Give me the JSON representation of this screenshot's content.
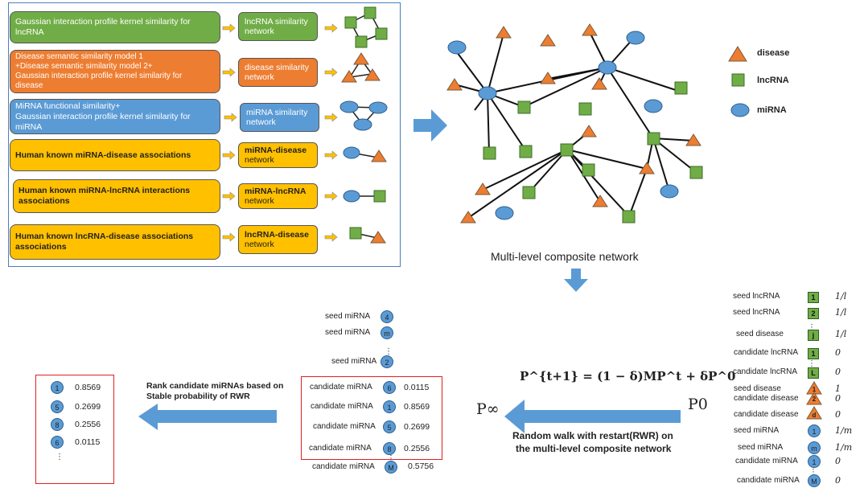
{
  "left_panel": {
    "rows": [
      {
        "source": [
          "Gaussian interaction profile kernel similarity for lncRNA"
        ],
        "target": [
          "lncRNA similarity",
          "network"
        ],
        "color": "#70ad47"
      },
      {
        "source": [
          "Disease semantic similarity model 1",
          "+Disease semantic similarity model 2+",
          "Gaussian interaction profile kernel similarity for",
          "disease"
        ],
        "target": [
          "disease similarity",
          "network"
        ],
        "color": "#ed7d31"
      },
      {
        "source": [
          "MiRNA functional similarity+",
          "Gaussian interaction profile kernel similarity for",
          "miRNA"
        ],
        "target": [
          "miRNA similarity",
          "network"
        ],
        "color": "#5b9bd5"
      },
      {
        "source": [
          "Human known miRNA-disease associations"
        ],
        "target": [
          "miRNA-disease",
          "network"
        ],
        "color": "#ffc000"
      },
      {
        "source": [
          "Human known miRNA-lncRNA interactions",
          "associations"
        ],
        "target": [
          "miRNA-lncRNA",
          "network"
        ],
        "color": "#ffc000"
      },
      {
        "source": [
          "Human known lncRNA-disease associations",
          "associations"
        ],
        "target": [
          "lncRNA-disease",
          "network"
        ],
        "color": "#ffc000"
      }
    ]
  },
  "legend": {
    "disease": "disease",
    "lncrna": "lncRNA",
    "mirna": "miRNA"
  },
  "network_caption": "Multi-level composite network",
  "formula": "P^{t+1} = (1 − δ)MP^t + δP^0",
  "p_infinity": "P∞",
  "p_zero": "P0",
  "rwr_caption": [
    "Random walk with restart(RWR) on",
    "the multi-level composite network"
  ],
  "rank_caption": [
    "Rank candidate miRNAs based on",
    "Stable probability of RWR"
  ],
  "p0_vector": [
    {
      "label": "seed lncRNA",
      "node": "1",
      "shape": "square",
      "value": "1/l"
    },
    {
      "label": "seed lncRNA",
      "node": "2",
      "shape": "square",
      "value": "1/l"
    },
    {
      "label": "seed disease",
      "node": "j",
      "shape": "square",
      "value": "1/l"
    },
    {
      "label": "candidate lncRNA",
      "node": "1",
      "shape": "square",
      "value": "0"
    },
    {
      "label": "candidate lncRNA",
      "node": "L",
      "shape": "square",
      "value": "0"
    },
    {
      "label": "seed disease",
      "node": "1",
      "shape": "triangle",
      "value": "1"
    },
    {
      "label": "candidate disease",
      "node": "2",
      "shape": "triangle",
      "value": "0"
    },
    {
      "label": "candidate disease",
      "node": "d",
      "shape": "triangle",
      "value": "0"
    },
    {
      "label": "seed miRNA",
      "node": "1",
      "shape": "circle",
      "value": "1/m"
    },
    {
      "label": "seed miRNA",
      "node": "m",
      "shape": "circle",
      "value": "1/m"
    },
    {
      "label": "candidate miRNA",
      "node": "1",
      "shape": "circle",
      "value": "0"
    },
    {
      "label": "candidate miRNA",
      "node": "M",
      "shape": "circle",
      "value": "0"
    }
  ],
  "stable_vector": {
    "seeds": [
      {
        "label": "seed miRNA",
        "node": "4"
      },
      {
        "label": "seed miRNA",
        "node": "m"
      },
      {
        "label": "seed miRNA",
        "node": "2"
      }
    ],
    "candidates": [
      {
        "label": "candidate miRNA",
        "node": "6",
        "value": "0.0115"
      },
      {
        "label": "candidate miRNA",
        "node": "1",
        "value": "0.8569"
      },
      {
        "label": "candidate miRNA",
        "node": "5",
        "value": "0.2699"
      },
      {
        "label": "candidate miRNA",
        "node": "8",
        "value": "0.2556"
      }
    ],
    "extra": {
      "label": "candidate miRNA",
      "node": "M",
      "value": "0.5756"
    }
  },
  "ranked": [
    {
      "node": "1",
      "value": "0.8569"
    },
    {
      "node": "5",
      "value": "0.2699"
    },
    {
      "node": "8",
      "value": "0.2556"
    },
    {
      "node": "6",
      "value": "0.0115"
    }
  ],
  "colors": {
    "disease": "#ed7d31",
    "lncrna": "#70ad47",
    "mirna": "#5b9bd5",
    "arrow": "#5b9bd5",
    "highlight": "#e02020",
    "frame": "#4a7ebb"
  }
}
